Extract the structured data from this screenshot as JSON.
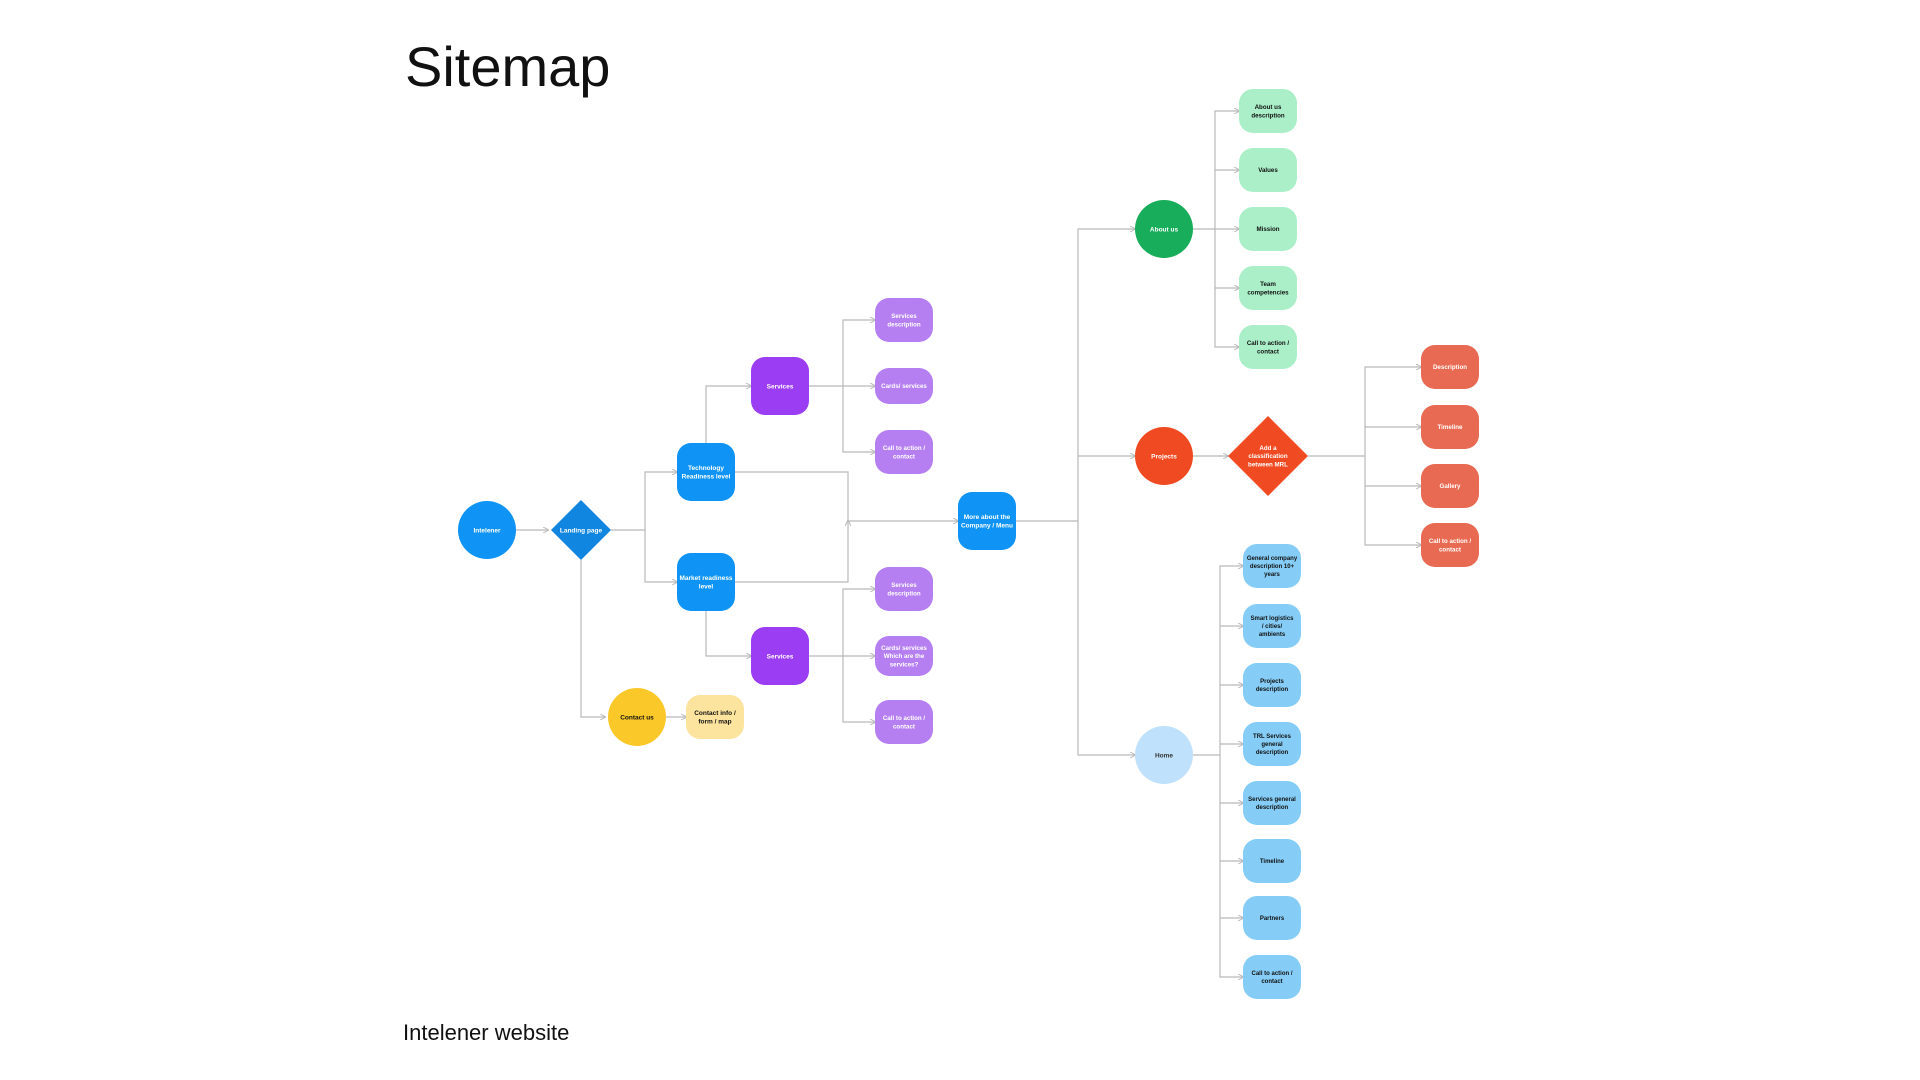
{
  "title": "Sitemap",
  "caption": "Intelener website",
  "colors": {
    "blue": "#0f94f5",
    "diamond_blue": "#1086e0",
    "purple": "#9b3df2",
    "purple_light": "#b57ff2",
    "green": "#18ad5a",
    "green_light": "#aaefc8",
    "red": "#f04a22",
    "salmon": "#e96a52",
    "yellow": "#fbc82a",
    "yellow_light": "#fde49e",
    "home_light": "#bfe1fb",
    "sky": "#85cdf6",
    "line": "#b9b9b9"
  },
  "nodes": [
    {
      "id": "intelener",
      "label": "Intelener"
    },
    {
      "id": "landing",
      "label": "Landing page"
    },
    {
      "id": "trl",
      "label": "Technology Readiness level"
    },
    {
      "id": "mrl",
      "label": "Market readiness level"
    },
    {
      "id": "contact",
      "label": "Contact us"
    },
    {
      "id": "contact_info",
      "label": "Contact info / form / map"
    },
    {
      "id": "services_top",
      "label": "Services"
    },
    {
      "id": "services_bottom",
      "label": "Services"
    },
    {
      "id": "st1",
      "label": "Services description"
    },
    {
      "id": "st2",
      "label": "Cards/ services"
    },
    {
      "id": "st3",
      "label": "Call to action / contact"
    },
    {
      "id": "sb1",
      "label": "Services description"
    },
    {
      "id": "sb2",
      "label": "Cards/ services Which are the services?"
    },
    {
      "id": "sb3",
      "label": "Call to action / contact"
    },
    {
      "id": "more",
      "label": "More about the Company / Menu"
    },
    {
      "id": "about",
      "label": "About us"
    },
    {
      "id": "projects",
      "label": "Projects"
    },
    {
      "id": "home",
      "label": "Home"
    },
    {
      "id": "a1",
      "label": "About us description"
    },
    {
      "id": "a2",
      "label": "Values"
    },
    {
      "id": "a3",
      "label": "Mission"
    },
    {
      "id": "a4",
      "label": "Team competencies"
    },
    {
      "id": "a5",
      "label": "Call to action / contact"
    },
    {
      "id": "classif",
      "label": "Add a classification between MRL"
    },
    {
      "id": "p1",
      "label": "Description"
    },
    {
      "id": "p2",
      "label": "Timeline"
    },
    {
      "id": "p3",
      "label": "Gallery"
    },
    {
      "id": "p4",
      "label": "Call to action / contact"
    },
    {
      "id": "h1",
      "label": "General company description 10+ years"
    },
    {
      "id": "h2",
      "label": "Smart logistics / cities/ ambients"
    },
    {
      "id": "h3",
      "label": "Projects description"
    },
    {
      "id": "h4",
      "label": "TRL Services general description"
    },
    {
      "id": "h5",
      "label": "Services general description"
    },
    {
      "id": "h6",
      "label": "Timeline"
    },
    {
      "id": "h7",
      "label": "Partners"
    },
    {
      "id": "h8",
      "label": "Call to action / contact"
    }
  ]
}
